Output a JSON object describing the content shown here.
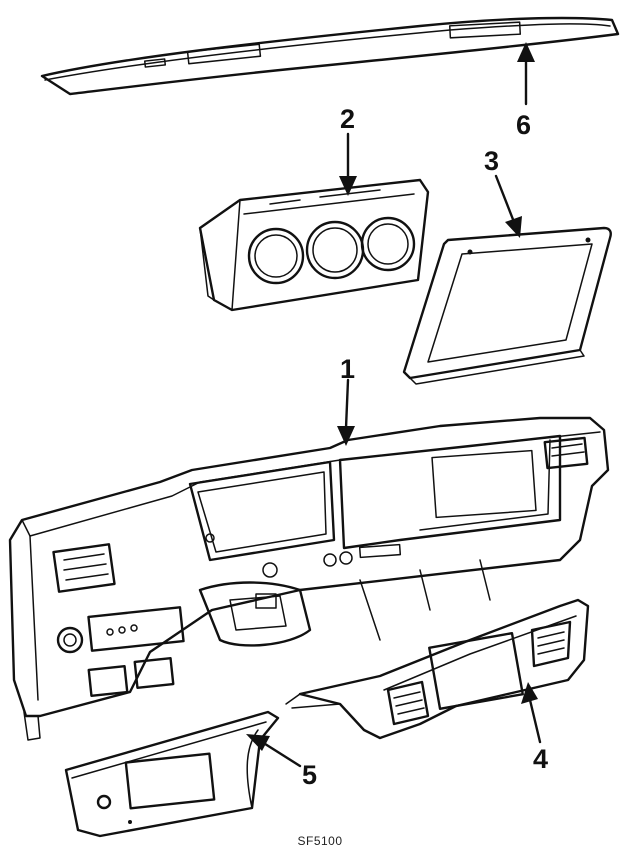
{
  "parts": [
    {
      "callout": "1",
      "part": "instrument-panel"
    },
    {
      "callout": "2",
      "part": "instrument-cluster-housing"
    },
    {
      "callout": "3",
      "part": "cluster-bezel"
    },
    {
      "callout": "4",
      "part": "lower-trim-panel"
    },
    {
      "callout": "5",
      "part": "glove-box-door"
    },
    {
      "callout": "6",
      "part": "pad-cover"
    }
  ],
  "diagram_code": "SF5100",
  "colors": {
    "ink": "#111111",
    "paper": "#ffffff"
  }
}
